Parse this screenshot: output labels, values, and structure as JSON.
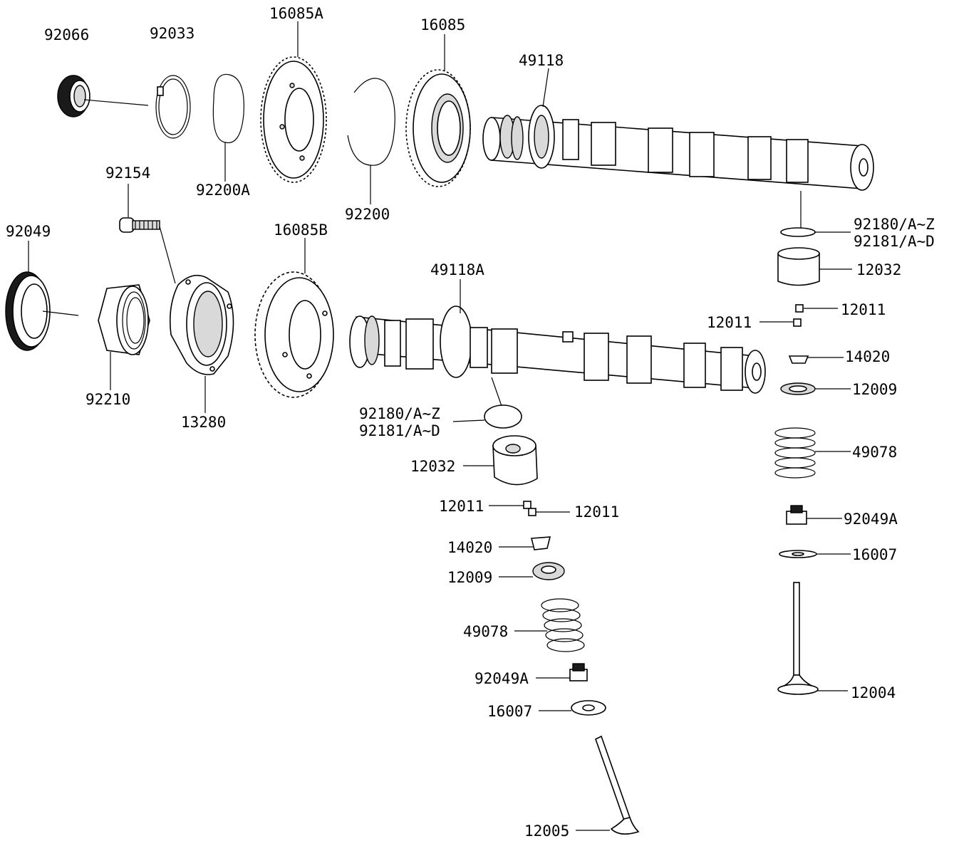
{
  "diagram": {
    "parts": {
      "p92066": "92066",
      "p92033": "92033",
      "p16085A": "16085A",
      "p16085": "16085",
      "p49118": "49118",
      "p92200A": "92200A",
      "p92200": "92200",
      "p92154": "92154",
      "p92049": "92049",
      "p16085B": "16085B",
      "p49118A": "49118A",
      "p92210": "92210",
      "p13280": "13280",
      "p92180_top_a": "92180/A~Z",
      "p92181_top_a": "92181/A~D",
      "p12032_r": "12032",
      "p12011_r1": "12011",
      "p12011_r2": "12011",
      "p14020_r": "14020",
      "p12009_r": "12009",
      "p49078_r": "49078",
      "p92049A_r": "92049A",
      "p16007_r": "16007",
      "p12004": "12004",
      "p92180_mid": "92180/A~Z",
      "p92181_mid": "92181/A~D",
      "p12032_m": "12032",
      "p12011_m1": "12011",
      "p12011_m2": "12011",
      "p14020_m": "14020",
      "p12009_m": "12009",
      "p49078_m": "49078",
      "p92049A_m": "92049A",
      "p16007_m": "16007",
      "p12005": "12005"
    }
  }
}
